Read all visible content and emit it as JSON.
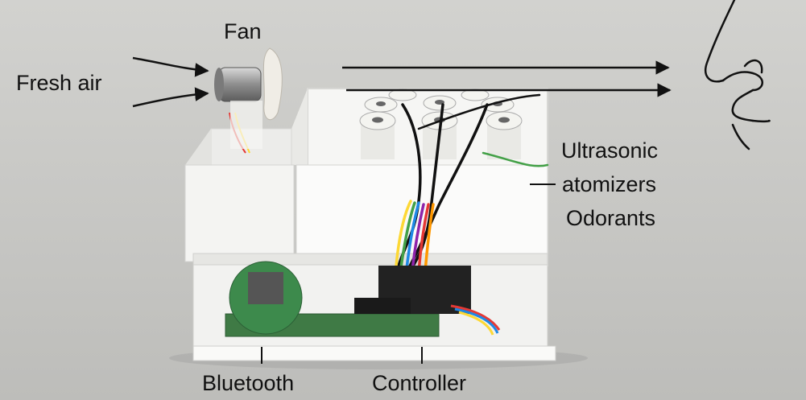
{
  "labels": {
    "fan": "Fan",
    "fresh_air": "Fresh air",
    "ultrasonic": "Ultrasonic",
    "atomizers": "atomizers",
    "odorants": "Odorants",
    "bluetooth": "Bluetooth",
    "controller": "Controller"
  },
  "icons": [
    "fan-icon",
    "nose-icon",
    "airflow-arrow-icon"
  ],
  "colors": {
    "background": "#c9c9c6",
    "enclosure": "#f3f3f1",
    "pcb": "#3f7a45",
    "wires": [
      "#e53935",
      "#fdd835",
      "#43a047",
      "#1e88e5",
      "#8e24aa",
      "#ff9800"
    ]
  }
}
